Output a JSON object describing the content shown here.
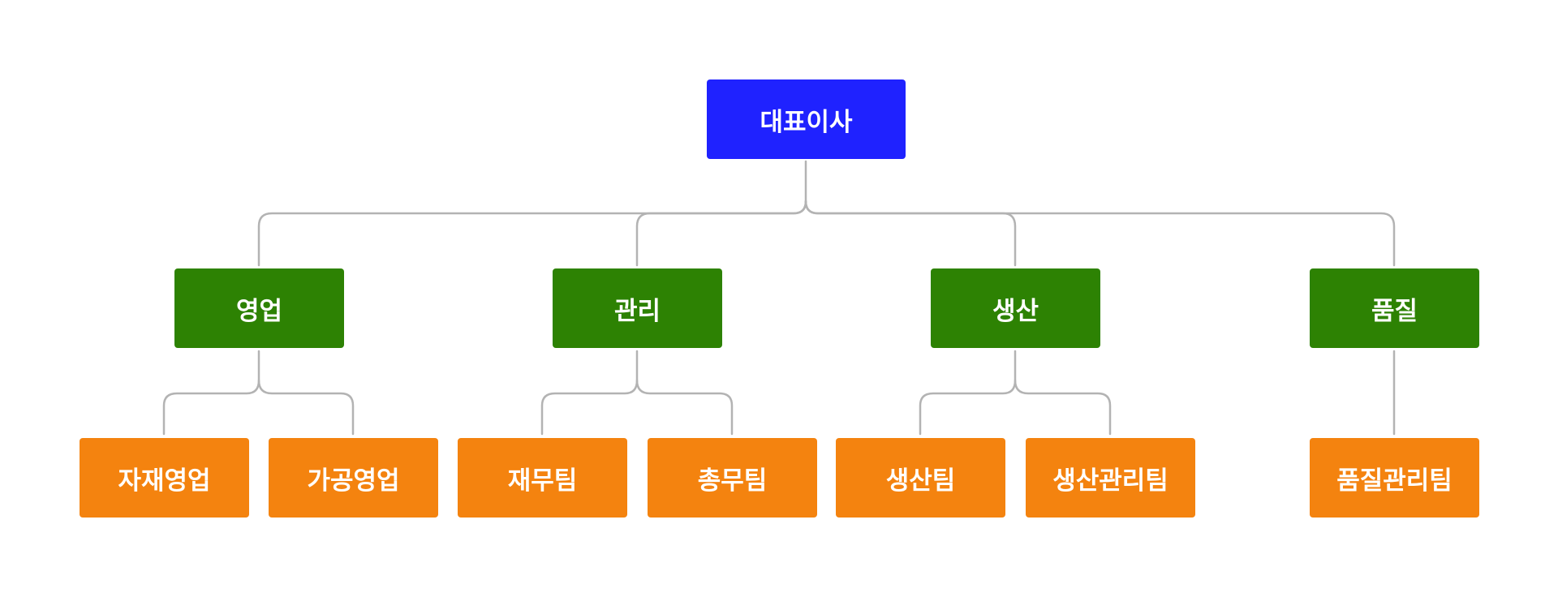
{
  "colors": {
    "root": "#1f22ff",
    "dept": "#2d8203",
    "team": "#f4830f",
    "connector": "#b3b3b3"
  },
  "root": {
    "label": "대표이사"
  },
  "departments": [
    {
      "label": "영업"
    },
    {
      "label": "관리"
    },
    {
      "label": "생산"
    },
    {
      "label": "품질"
    }
  ],
  "teams": [
    {
      "label": "자재영업",
      "dept": 0
    },
    {
      "label": "가공영업",
      "dept": 0
    },
    {
      "label": "재무팀",
      "dept": 1
    },
    {
      "label": "총무팀",
      "dept": 1
    },
    {
      "label": "생산팀",
      "dept": 2
    },
    {
      "label": "생산관리팀",
      "dept": 2
    },
    {
      "label": "품질관리팀",
      "dept": 3
    }
  ]
}
